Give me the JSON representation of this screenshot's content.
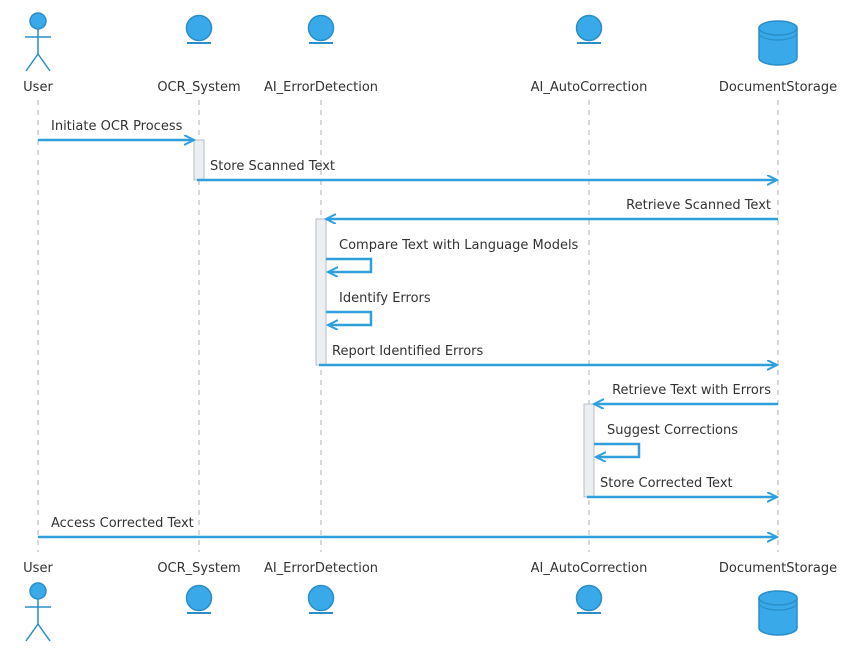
{
  "colors": {
    "accent": "#3aa4e4",
    "arrow": "#2f9fdd",
    "icon_fill": "#3aa9ea",
    "icon_stroke": "#2a8ec8",
    "lifeline": "#b0b0b0",
    "activation_fill": "#eceff2",
    "activation_stroke": "#b8bcc2",
    "text": "#333333"
  },
  "participants": [
    {
      "id": "user",
      "label": "User",
      "kind": "actor"
    },
    {
      "id": "ocr",
      "label": "OCR_System",
      "kind": "entity"
    },
    {
      "id": "detect",
      "label": "AI_ErrorDetection",
      "kind": "entity"
    },
    {
      "id": "correct",
      "label": "AI_AutoCorrection",
      "kind": "entity"
    },
    {
      "id": "storage",
      "label": "DocumentStorage",
      "kind": "database"
    }
  ],
  "messages": [
    {
      "from": "user",
      "to": "ocr",
      "label": "Initiate OCR Process"
    },
    {
      "from": "ocr",
      "to": "storage",
      "label": "Store Scanned Text"
    },
    {
      "from": "storage",
      "to": "detect",
      "label": "Retrieve Scanned Text"
    },
    {
      "from": "detect",
      "to": "detect",
      "label": "Compare Text with Language Models"
    },
    {
      "from": "detect",
      "to": "detect",
      "label": "Identify Errors"
    },
    {
      "from": "detect",
      "to": "storage",
      "label": "Report Identified Errors"
    },
    {
      "from": "storage",
      "to": "correct",
      "label": "Retrieve Text with Errors"
    },
    {
      "from": "correct",
      "to": "correct",
      "label": "Suggest Corrections"
    },
    {
      "from": "correct",
      "to": "storage",
      "label": "Store Corrected Text"
    },
    {
      "from": "user",
      "to": "storage",
      "label": "Access Corrected Text"
    }
  ],
  "activations": [
    {
      "participant": "ocr",
      "from_message": 0,
      "to_message": 1
    },
    {
      "participant": "detect",
      "from_message": 2,
      "to_message": 5
    },
    {
      "participant": "correct",
      "from_message": 6,
      "to_message": 8
    }
  ]
}
